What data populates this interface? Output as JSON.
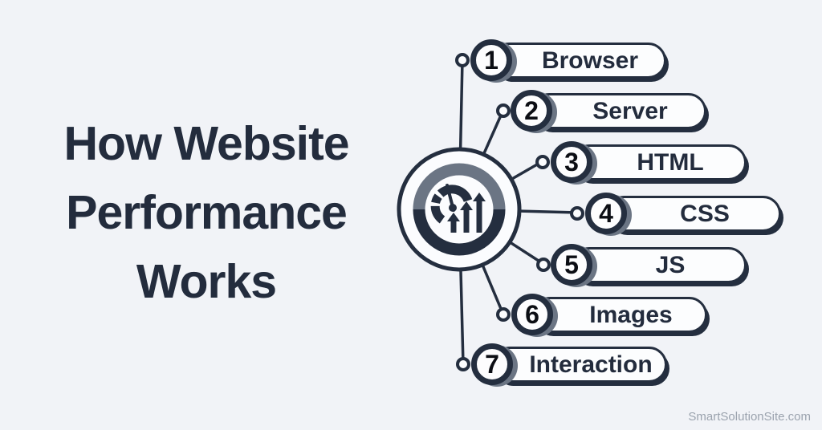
{
  "title": {
    "lines": [
      "How Website",
      "Performance",
      "Works"
    ]
  },
  "items": [
    {
      "num": "1",
      "label": "Browser"
    },
    {
      "num": "2",
      "label": "Server"
    },
    {
      "num": "3",
      "label": "HTML"
    },
    {
      "num": "4",
      "label": "CSS"
    },
    {
      "num": "5",
      "label": "JS"
    },
    {
      "num": "6",
      "label": "Images"
    },
    {
      "num": "7",
      "label": "Interaction"
    }
  ],
  "hub": {
    "icon": "speedometer-growth-chart-icon"
  },
  "watermark": {
    "text": "SmartSolutionSite.com"
  },
  "colors": {
    "background": "#f1f3f7",
    "navy": "#242e3f",
    "gray_accent": "#6b7584",
    "pill_fill": "#fcfdfe",
    "number_text": "#0c0e14",
    "watermark_gray": "#9ba3ae"
  }
}
